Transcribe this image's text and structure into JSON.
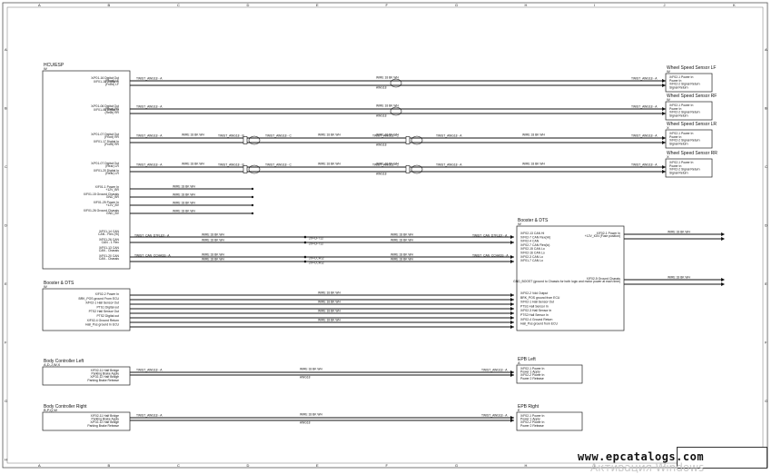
{
  "border": {
    "top_cols": [
      "A",
      "B",
      "C",
      "D",
      "E",
      "F",
      "G",
      "H",
      "I",
      "J",
      "K"
    ],
    "side_rows": [
      "A",
      "B",
      "C",
      "D",
      "E",
      "F",
      "G",
      "H"
    ]
  },
  "modules": {
    "hcu": {
      "title": "HCU/ESP",
      "sub": "W",
      "pins": [
        [
          "X/F01-16 Digital Out",
          "(Front) LF"
        ],
        [
          "X/F01-18 Digital In",
          "(Front) LF"
        ],
        [
          "X/F01-06 Digital Out",
          "(Rear) RR"
        ],
        [
          "X/F01-08 Digital In",
          "(Rear) RR"
        ],
        [
          "X/F01-07 Digital Out",
          "(Front) RR"
        ],
        [
          "X/F01-17 Digital In",
          "(Front) RR"
        ],
        [
          "X/F01-07 Digital Out",
          "(Rear) LR"
        ],
        [
          "X/F01-20 Digital In",
          "(Rear) LR"
        ],
        [
          "X/F01-1 Power In",
          "+12V_BR"
        ],
        [
          "X/F01-15 Ground Chassis",
          "GND_BR"
        ],
        [
          "X/F01-25 Power In",
          "+12V_BV"
        ],
        [
          "X/F01-26 Ground Chassis",
          "GND_BV"
        ],
        [
          "X/F01-14 CAN",
          "CAN - Flex (Hi)"
        ],
        [
          "X/F01-26 CAN",
          "CAN - 1 Flex"
        ],
        [
          "X/F01-13 CAN",
          "CAN - Chassis"
        ],
        [
          "X/F01-20 CAN",
          "CAN - Chassis"
        ]
      ]
    },
    "booster_left": {
      "title": "Booster & DTS",
      "sub": "W",
      "pins": [
        "X/F02-2 Power In",
        "BRK_POS ground From ECU",
        "X/F02-1 Hall Sensor Out",
        "PTS1 Digital out",
        "PTS2 Hall Sensor Out",
        "PTS2 Digital out",
        "X/F02-4 Ground Return",
        "Hall_Pos ground In ECU"
      ]
    },
    "booster_right": {
      "title": "Booster & DTS",
      "sub": "W",
      "pins_top": [
        "X/F02-13 CAN Hi",
        "X/F02-7 CAN Flex(Hi)",
        "X/F02-4 CAN",
        "X/F02-7 CAN Flex(lo)",
        "X/F02-15 CAN Lo",
        "X/F02-16 CAN Lo",
        "X/F02-3 CAN Lo",
        "X/F01-7 CAN Lo"
      ],
      "right_pins": [
        [
          "X/F02-1 Power In",
          "+12V_IGN (Fuse position)"
        ],
        [
          "X/F02-5 Ground Chassis",
          "GND_BOOST (ground to Chassis for both logic and motor power at each time)"
        ]
      ],
      "pins_bottom": [
        "X/F02-2 Vdd Output",
        "BRK_POS ground from ECU",
        "X/F02-1 Hall Sensor Out",
        "PTS1 Hall Sensor In",
        "X/F02-3 Hall Sensor In",
        "PTS2 Hall Sensor In",
        "X/F02-4 Ground Return",
        "Hall_Pos ground from ECU"
      ]
    },
    "bc_left": {
      "title": "Body Controller Left",
      "sub": "A,D,J,W,X",
      "pins": [
        "X/F02-11 Half Bridge",
        "Parking Brake Apply",
        "X/F02-12 Half Bridge",
        "Parking Brake Release"
      ]
    },
    "bc_right": {
      "title": "Body Controller Right",
      "sub": "B,P,Q,W",
      "pins": [
        "X/F02-11 Half Bridge",
        "Parking Brake Apply",
        "X/F02-12 Half Bridge",
        "Parking Brake Release"
      ]
    },
    "epb_left": {
      "title": "EPB Left",
      "sub": "A",
      "pins": [
        "X/F02-1 Power In",
        "Power 1 Apply",
        "X/F02-2 Power In",
        "Power 2 Release"
      ]
    },
    "epb_right": {
      "title": "EPB Right",
      "sub": "E",
      "pins": [
        "X/F02-1 Power In",
        "Power 1 Apply",
        "X/F02-2 Power In",
        "Power 2 Release"
      ]
    }
  },
  "sensors": [
    {
      "title": "Wheel Speed Sensor LF",
      "sub": "W",
      "pins": [
        "X/F02-1 Power In",
        "Power In",
        "X/F02-2 Signal Return",
        "Signal Return"
      ]
    },
    {
      "title": "Wheel Speed Sensor RF",
      "sub": "W",
      "pins": [
        "X/F02-1 Power In",
        "Power In",
        "X/F02-2 Signal Return",
        "Signal Return"
      ]
    },
    {
      "title": "Wheel Speed Sensor LR",
      "sub": "X",
      "pins": [
        "X/F02-1 Power In",
        "Power In",
        "X/F02-2 Signal Return",
        "Signal Return"
      ]
    },
    {
      "title": "Wheel Speed Sensor RR",
      "sub": "X",
      "pins": [
        "X/F02-1 Power In",
        "Power In",
        "X/F02-2 Signal Return",
        "Signal Return"
      ]
    }
  ],
  "wire_tags": {
    "twist_a": "TWIST_AWG18 - A",
    "twist_b": "TWIST_AWG18 - B",
    "twist_c": "TWIST_AWG18 - C",
    "can_flex": "TWIST_CAN_D7FLEX - A",
    "can_chassis": "TWIST_CAN_CCHASS - A",
    "awg": "AWG18",
    "splice": "2X+CFT12",
    "splice2": "2X+CCH12",
    "small": "WIRE 18  BK  WH"
  },
  "watermark": {
    "url": "www.epcatalogs.com",
    "overlay": "Активация Windows"
  }
}
